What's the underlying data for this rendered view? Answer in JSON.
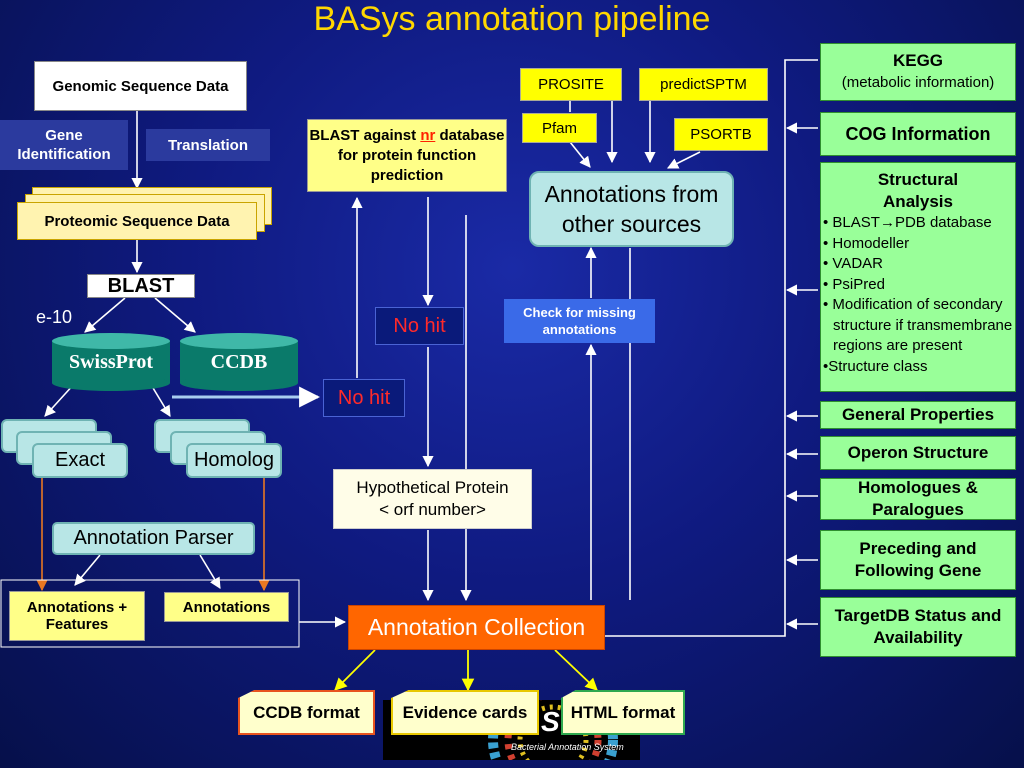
{
  "title": "BASys annotation pipeline",
  "left": {
    "genomic": "Genomic Sequence Data",
    "gene_identification": "Gene Identification",
    "translation": "Translation",
    "proteomic": "Proteomic Sequence Data",
    "blast": "BLAST",
    "evalue": "e-10",
    "swissprot": "SwissProt",
    "ccdb": "CCDB",
    "exact": "Exact",
    "homolog": "Homolog",
    "parser": "Annotation Parser",
    "annotations_features": "Annotations + Features",
    "annotations": "Annotations"
  },
  "middle": {
    "blast_nr_prefix": "BLAST against ",
    "blast_nr_highlight": "nr",
    "blast_nr_suffix": "database for protein function prediction",
    "no_hit": "No hit",
    "hypothetical": "Hypothetical Protein",
    "orf": "< orf number>",
    "collection": "Annotation Collection",
    "prosite": "PROSITE",
    "predictsptm": "predictSPTM",
    "pfam": "Pfam",
    "psortb": "PSORTB",
    "other_sources": "Annotations from other sources",
    "check_missing": "Check for missing annotations"
  },
  "outputs": {
    "ccdb_format": "CCDB format",
    "evidence_cards": "Evidence cards",
    "html_format": "HTML format",
    "logo_subtitle": "Bacterial Annotation System",
    "logo_letter": "S"
  },
  "right": {
    "kegg_title": "KEGG",
    "kegg_sub": "(metabolic information)",
    "cog": "COG Information",
    "structural_title": "Structural Analysis",
    "structural_items": [
      "• BLAST→PDB database",
      "• Homodeller",
      "• VADAR",
      "• PsiPred",
      "• Modification of secondary structure if transmembrane regions are present",
      "•Structure class"
    ],
    "general": "General Properties",
    "operon": "Operon Structure",
    "homologues": "Homologues & Paralogues",
    "preceding": "Preceding and Following Gene",
    "targetdb": "TargetDB Status and Availability"
  }
}
